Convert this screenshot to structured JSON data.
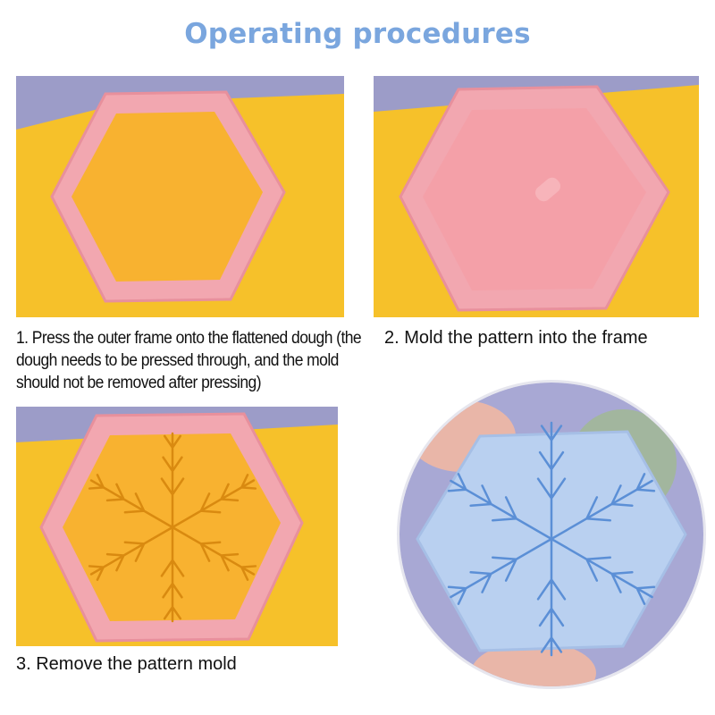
{
  "title": "Operating procedures",
  "steps": [
    {
      "caption": "1. Press the outer frame onto the flattened dough (the dough needs to be pressed through, and the mold should not be removed after pressing)"
    },
    {
      "caption": "2. Mold the pattern into the frame"
    },
    {
      "caption": "3. Remove the pattern mold"
    }
  ],
  "colors": {
    "title": "#7aa6de",
    "frame": "#f2a7b0",
    "dough": "#f6b42a",
    "background": "#9c9cc8",
    "finished": "#b9d0f0"
  }
}
